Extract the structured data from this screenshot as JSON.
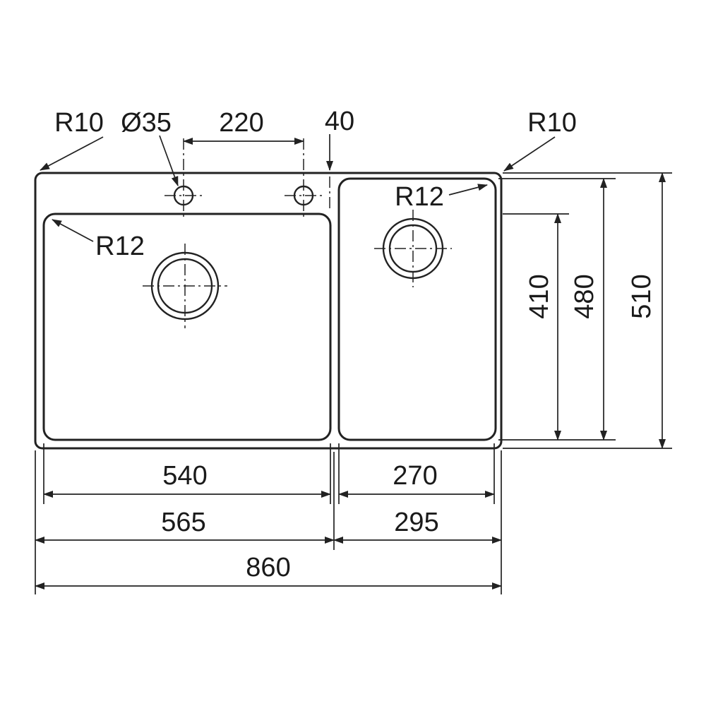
{
  "diagram": {
    "labels": {
      "corner_radius_top_left": "R10",
      "corner_radius_top_right": "R10",
      "tap_hole_diameter": "Ø35",
      "tap_hole_spacing": "220",
      "tap_hole_edge_offset": "40",
      "large_bowl_corner_radius": "R12",
      "small_bowl_corner_radius": "R12",
      "large_bowl_depth": "410",
      "small_bowl_depth": "480",
      "overall_depth": "510",
      "large_bowl_width": "540",
      "small_bowl_width": "270",
      "large_bowl_section_width": "565",
      "small_bowl_section_width": "295",
      "overall_width": "860"
    }
  }
}
